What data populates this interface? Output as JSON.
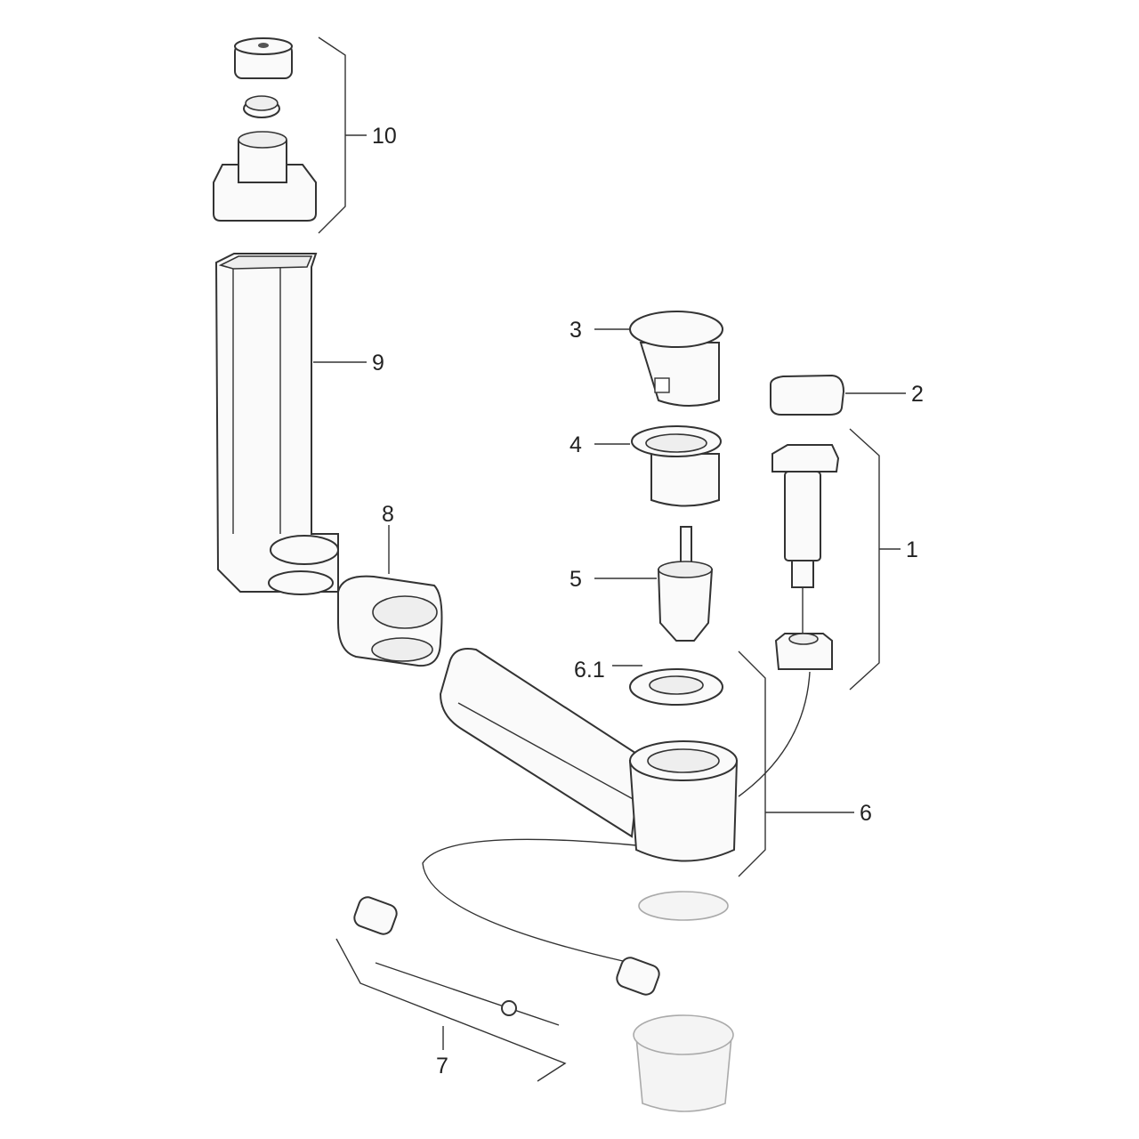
{
  "diagram": {
    "type": "exploded-parts-view",
    "labels": {
      "p1": "1",
      "p2": "2",
      "p3": "3",
      "p4": "4",
      "p5": "5",
      "p6": "6",
      "p6_1": "6.1",
      "p7": "7",
      "p8": "8",
      "p9": "9",
      "p10": "10"
    },
    "colors": {
      "line": "#333333",
      "background": "#ffffff",
      "faint_part": "#aaaaaa"
    }
  }
}
